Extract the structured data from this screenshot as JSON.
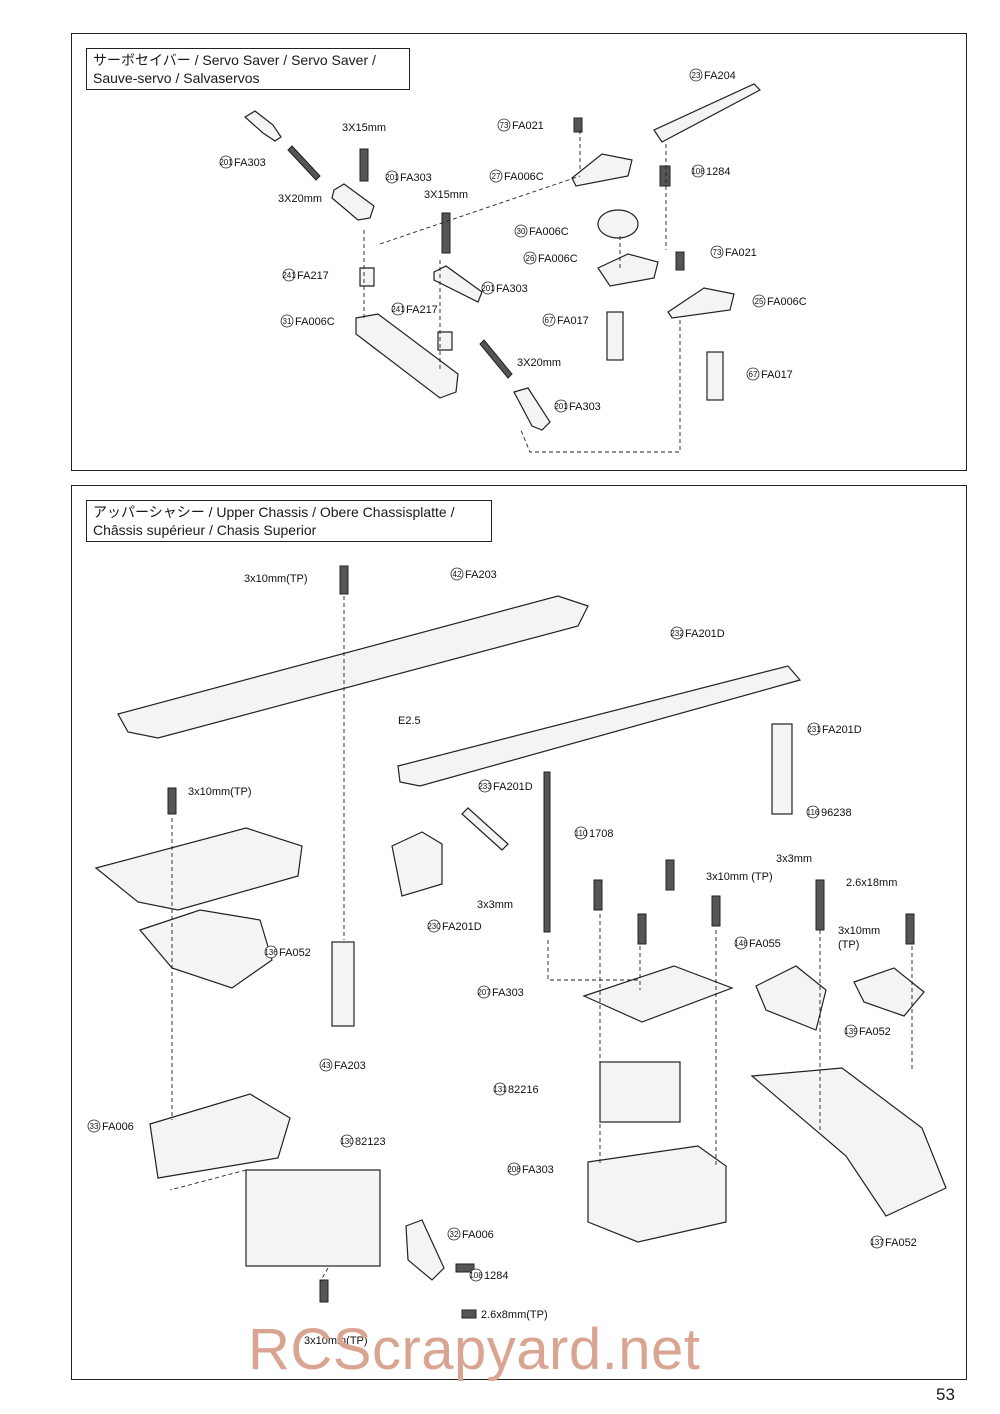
{
  "servo_saver": {
    "title_line1": "サーボセイバー / Servo Saver / Servo Saver /",
    "title_line2": "Sauve-servo / Salvaservos",
    "callouts": [
      {
        "num": "201",
        "code": "FA303"
      },
      {
        "num": "",
        "code": "3X20mm"
      },
      {
        "num": "",
        "code": "3X15mm"
      },
      {
        "num": "201",
        "code": "FA303"
      },
      {
        "num": "",
        "code": "3X15mm"
      },
      {
        "num": "241",
        "code": "FA217"
      },
      {
        "num": "31",
        "code": "FA006C"
      },
      {
        "num": "241",
        "code": "FA217"
      },
      {
        "num": "201",
        "code": "FA303"
      },
      {
        "num": "",
        "code": "3X20mm"
      },
      {
        "num": "201",
        "code": "FA303"
      },
      {
        "num": "73",
        "code": "FA021"
      },
      {
        "num": "27",
        "code": "FA006C"
      },
      {
        "num": "30",
        "code": "FA006C"
      },
      {
        "num": "26",
        "code": "FA006C"
      },
      {
        "num": "67",
        "code": "FA017"
      },
      {
        "num": "23",
        "code": "FA204"
      },
      {
        "num": "108",
        "code": "1284"
      },
      {
        "num": "73",
        "code": "FA021"
      },
      {
        "num": "25",
        "code": "FA006C"
      },
      {
        "num": "67",
        "code": "FA017"
      }
    ]
  },
  "upper_chassis": {
    "title_line1": "アッパーシャシー / Upper Chassis / Obere Chassisplatte /",
    "title_line2": "Châssis supérieur  / Chasis Superior",
    "callouts": [
      {
        "num": "",
        "code": "3x10mm(TP)"
      },
      {
        "num": "42",
        "code": "FA203"
      },
      {
        "num": "232",
        "code": "FA201D"
      },
      {
        "num": "",
        "code": "E2.5"
      },
      {
        "num": "231",
        "code": "FA201D"
      },
      {
        "num": "",
        "code": "3x10mm(TP)"
      },
      {
        "num": "233",
        "code": "FA201D"
      },
      {
        "num": "116",
        "code": "96238"
      },
      {
        "num": "110",
        "code": "1708"
      },
      {
        "num": "",
        "code": "3x3mm"
      },
      {
        "num": "",
        "code": "3x10mm (TP)"
      },
      {
        "num": "",
        "code": "2.6x18mm"
      },
      {
        "num": "",
        "code": "3x3mm"
      },
      {
        "num": "230",
        "code": "FA201D"
      },
      {
        "num": "136",
        "code": "FA052"
      },
      {
        "num": "148",
        "code": "FA055"
      },
      {
        "num": "",
        "code": "3x10mm"
      },
      {
        "num": "",
        "code": "(TP)"
      },
      {
        "num": "207",
        "code": "FA303"
      },
      {
        "num": "139",
        "code": "FA052"
      },
      {
        "num": "43",
        "code": "FA203"
      },
      {
        "num": "131",
        "code": "82216"
      },
      {
        "num": "33",
        "code": "FA006"
      },
      {
        "num": "130",
        "code": "82123"
      },
      {
        "num": "208",
        "code": "FA303"
      },
      {
        "num": "32",
        "code": "FA006"
      },
      {
        "num": "108",
        "code": "1284"
      },
      {
        "num": "137",
        "code": "FA052"
      },
      {
        "num": "",
        "code": "2.6x8mm(TP)"
      },
      {
        "num": "",
        "code": "3x10mm(TP)"
      }
    ]
  },
  "watermark": "RCScrapyard.net",
  "page_number": "53",
  "colors": {
    "line": "#222222",
    "watermark": "#d9a592",
    "part_fill": "#f4f4f4"
  }
}
